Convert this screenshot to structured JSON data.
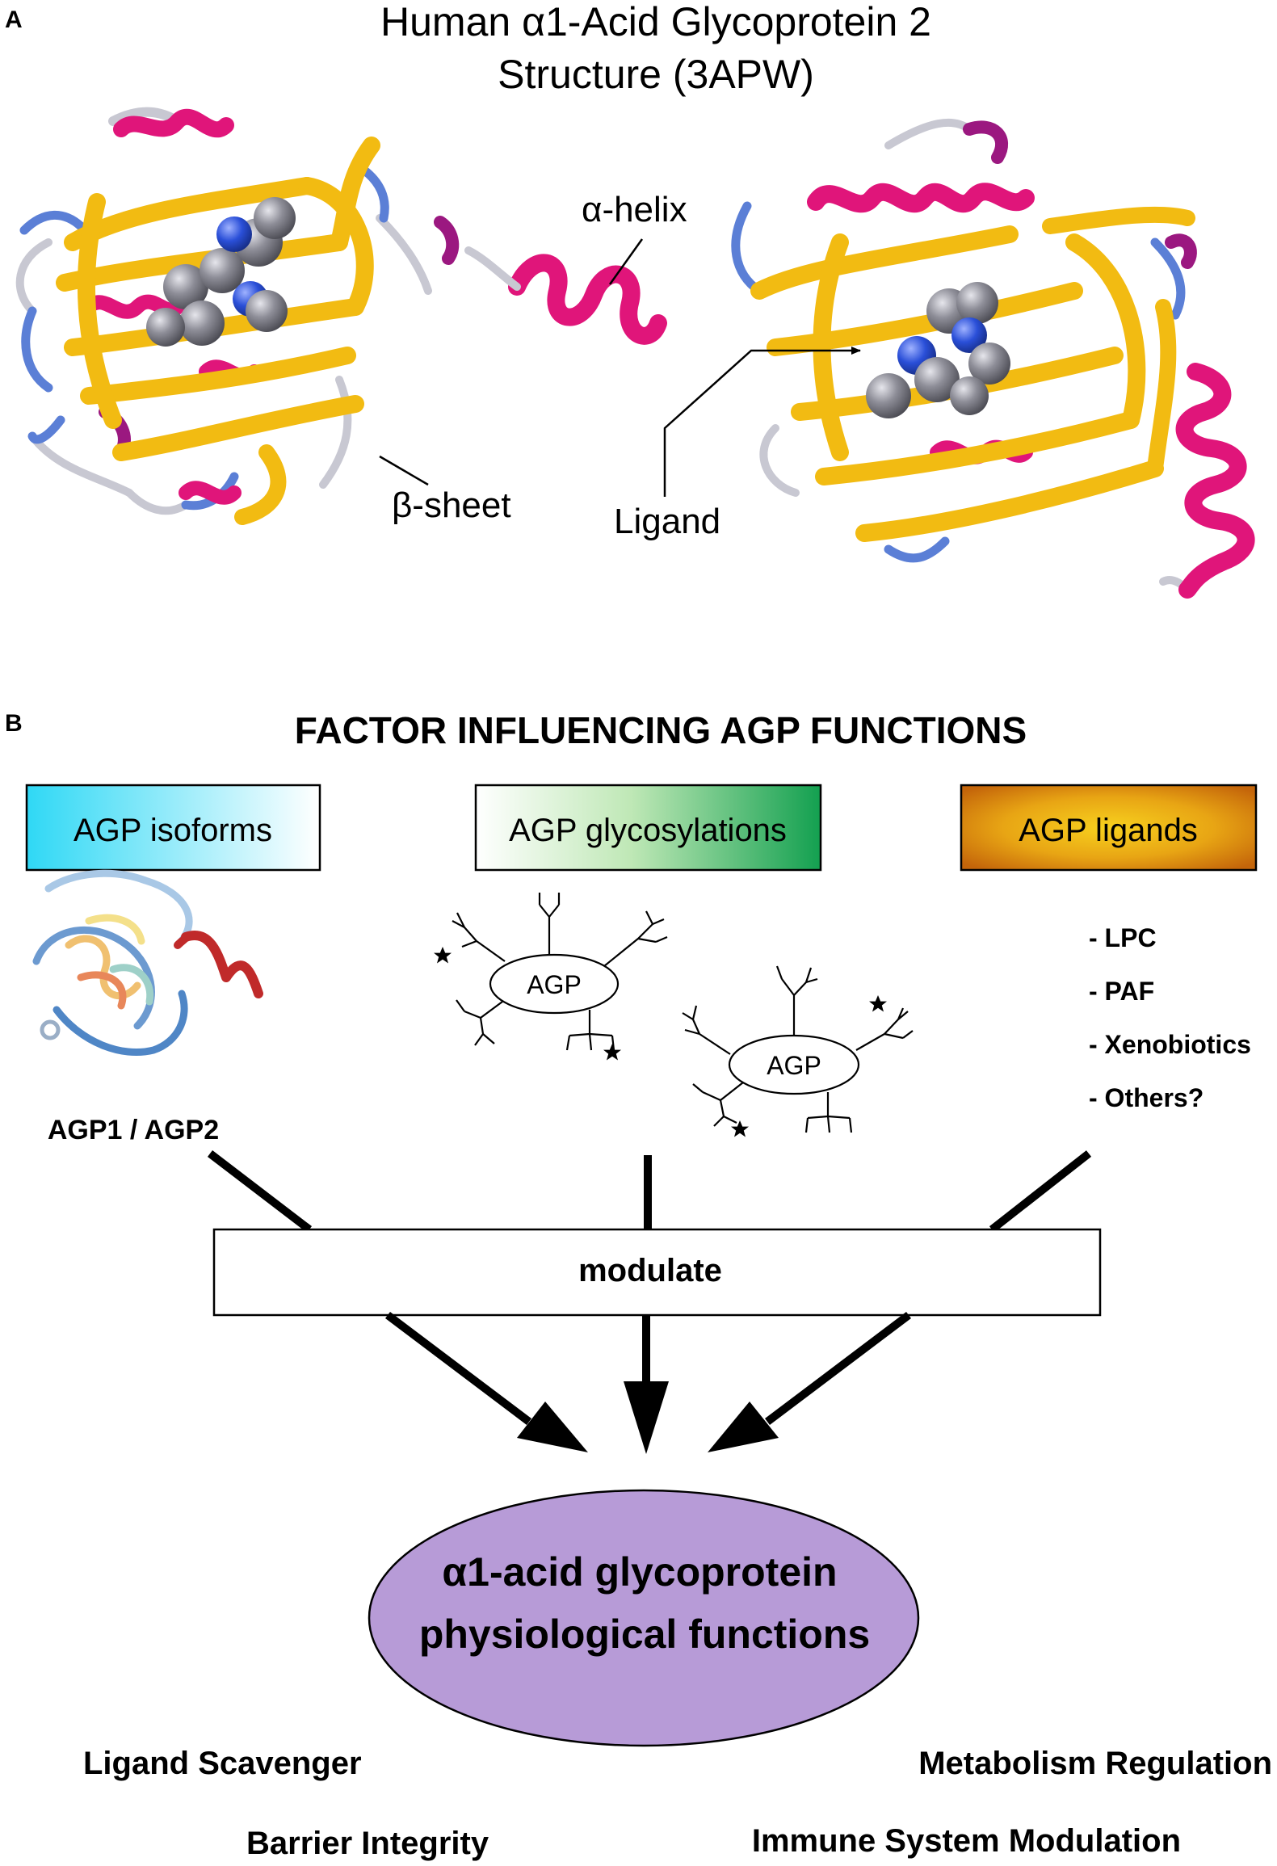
{
  "panel_a": {
    "letter": "A",
    "title_line1": "Human α1-Acid Glycoprotein 2",
    "title_line2": "Structure (3APW)",
    "labels": {
      "helix": "α-helix",
      "sheet": "β-sheet",
      "ligand": "Ligand"
    },
    "colors": {
      "helix": "#e0157a",
      "sheet": "#f2bb12",
      "turn": "#5b7fd6",
      "coil": "#c8c8d2",
      "ligand_atom": "#8c8c96",
      "ligand_nitrogen": "#2a4fd8",
      "purple": "#9b1880"
    }
  },
  "panel_b": {
    "letter": "B",
    "title": "FACTOR INFLUENCING AGP FUNCTIONS",
    "boxes": {
      "isoforms": "AGP isoforms",
      "glycosylations": "AGP glycosylations",
      "ligands": "AGP ligands"
    },
    "isoform_caption": "AGP1 / AGP2",
    "agp_node_label": "AGP",
    "ligand_list": [
      "- LPC",
      "- PAF",
      "- Xenobiotics",
      "- Others?"
    ],
    "modulate_label": "modulate",
    "ellipse_line1": "α1-acid glycoprotein",
    "ellipse_line2": "physiological functions",
    "functions": {
      "left_top": "Ligand Scavenger",
      "right_top": "Metabolism Regulation",
      "left_bottom": "Barrier Integrity",
      "right_bottom": "Immune System Modulation"
    },
    "colors": {
      "isoforms_gradient": [
        "#2fd8f5",
        "#ffffff"
      ],
      "glyco_gradient": [
        "#ffffff",
        "#1aa34a"
      ],
      "ligands_gradient": [
        "#d06a08",
        "#f5c21a"
      ],
      "ellipse_fill": "#b79bd7"
    }
  }
}
